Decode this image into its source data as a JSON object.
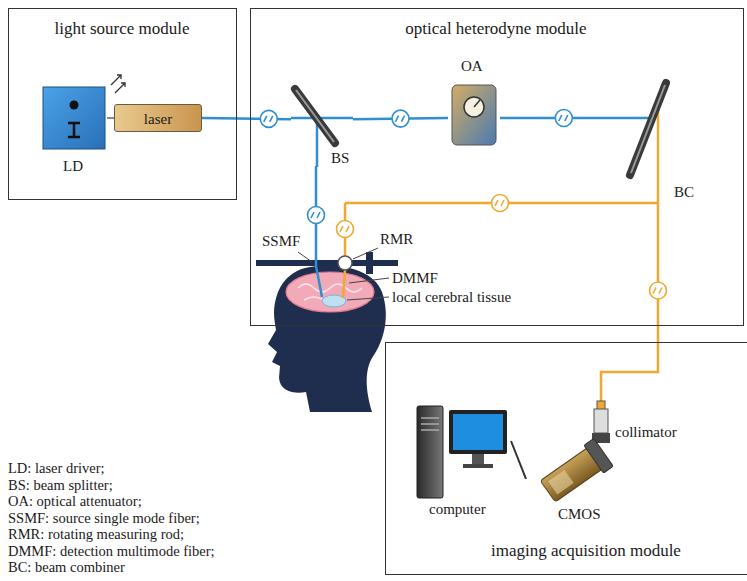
{
  "diagram": {
    "nodes": [
      {
        "text": [
          "light source module"
        ]
      },
      {
        "text": [
          "LD"
        ],
        "in": 0
      },
      {
        "text": [
          "laser"
        ],
        "in": 0
      },
      {
        "text": [
          "optical heterodyne module"
        ]
      },
      {
        "text": [
          "BS"
        ],
        "in": 3
      },
      {
        "text": [
          "OA"
        ],
        "in": 3
      },
      {
        "text": [
          "BC"
        ],
        "in": 3
      },
      {
        "text": [
          "imaging acquisition module"
        ]
      },
      {
        "text": [
          "collimator"
        ],
        "in": 7
      },
      {
        "text": [
          "CMOS"
        ],
        "in": 7
      },
      {
        "text": [
          "computer"
        ],
        "in": 7
      }
    ],
    "edges": [
      {
        "from": 1,
        "to": 2,
        "arrow": "none"
      },
      {
        "from": 2,
        "to": 4,
        "arrow": "none"
      },
      {
        "from": 4,
        "to": 5,
        "arrow": "none"
      },
      {
        "from": 5,
        "to": 6,
        "arrow": "none"
      },
      {
        "from": 6,
        "to": 8,
        "arrow": "none"
      },
      {
        "from": 9,
        "to": 10,
        "arrow": "none"
      }
    ],
    "labels": [
      "SSMF",
      "RMR",
      "DMMF",
      "local cerebral tissue",
      "LD: laser driver;",
      "BS: beam splitter;",
      "OA: optical attenuator;",
      "SSMF: source single mode fiber;",
      "RMR: rotating measuring rod;",
      "DMMF: detection multimode fiber;",
      "BC: beam combiner"
    ]
  }
}
